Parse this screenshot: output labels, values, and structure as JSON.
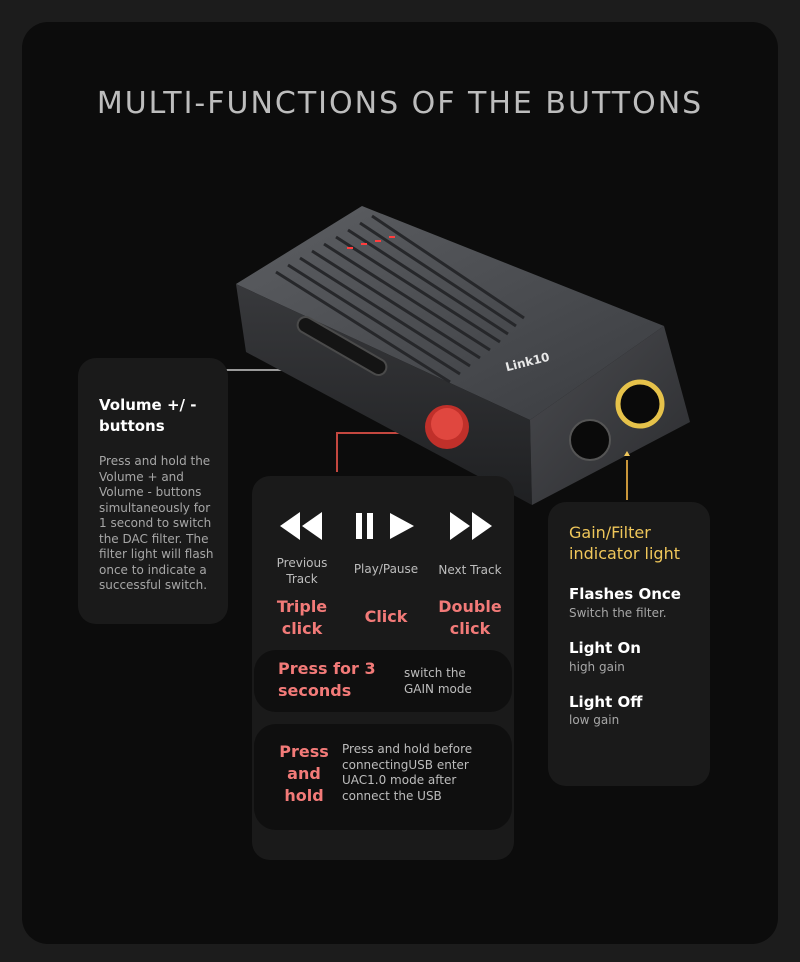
{
  "page_title": "MULTI-FUNCTIONS OF THE BUTTONS",
  "device_label": "Link10",
  "colors": {
    "accent_red": "#f27a78",
    "accent_gold": "#f0c75a",
    "background": "#0c0c0c",
    "card": "#1a1a1a"
  },
  "volume_card": {
    "title": "Volume +/ - buttons",
    "description": "Press and hold the Volume + and Volume - buttons simultaneously for 1 second to switch the DAC filter. The filter light will flash once to indicate a successful switch."
  },
  "playback_card": {
    "controls": [
      {
        "icon": "rewind-icon",
        "label": "Previous Track",
        "action": "Triple click"
      },
      {
        "icon": "play-pause-icon",
        "label": "Play/Pause",
        "action": "Click"
      },
      {
        "icon": "fast-forward-icon",
        "label": "Next Track",
        "action": "Double click"
      }
    ],
    "gain_row": {
      "action": "Press for 3 seconds",
      "description": "switch the GAIN mode"
    },
    "uac_row": {
      "action": "Press and hold",
      "description": "Press and hold before connectingUSB enter UAC1.0 mode after connect the USB"
    }
  },
  "indicator_card": {
    "title": "Gain/Filter indicator light",
    "items": [
      {
        "state": "Flashes Once",
        "meaning": "Switch the filter."
      },
      {
        "state": "Light On",
        "meaning": "high gain"
      },
      {
        "state": "Light Off",
        "meaning": "low gain"
      }
    ]
  }
}
